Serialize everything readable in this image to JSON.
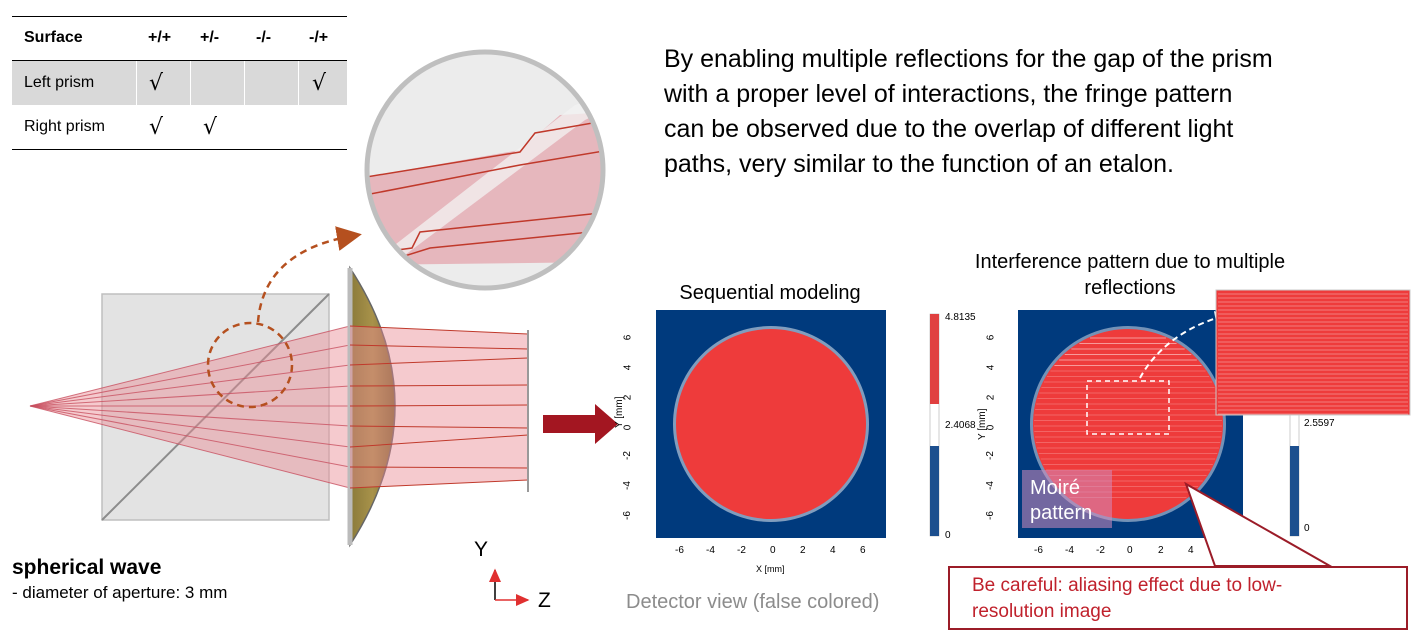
{
  "table": {
    "headers": [
      "Surface",
      "+/+",
      "+/-",
      "-/-",
      "-/+"
    ],
    "rows": [
      {
        "name": "Left prism",
        "cells": [
          "√",
          "",
          "",
          "√"
        ]
      },
      {
        "name": "Right prism",
        "cells": [
          "√",
          "√",
          "",
          ""
        ]
      }
    ]
  },
  "description": {
    "lines": [
      "By enabling multiple reflections for the gap of the prism",
      "with a proper level of interactions, the fringe pattern",
      "can be observed due to the overlap of different light",
      "paths, very similar to the function of an etalon."
    ]
  },
  "sequential": {
    "title": "Sequential modeling",
    "x_label": "X [mm]",
    "y_label": "Y [mm]",
    "ticks": [
      "-6",
      "-4",
      "-2",
      "0",
      "2",
      "4",
      "6"
    ],
    "y_ticks": [
      "6",
      "4",
      "2",
      "0",
      "-2",
      "-4",
      "-6"
    ],
    "colorbar": {
      "max": "4.8135",
      "mid": "2.4068",
      "min": "0"
    }
  },
  "interference": {
    "title_lines": [
      "Interference pattern due to multiple",
      "reflections"
    ],
    "y_label": "Y [mm]",
    "ticks": [
      "-6",
      "-4",
      "-2",
      "0",
      "2",
      "4"
    ],
    "y_ticks": [
      "6",
      "4",
      "2",
      "0",
      "-2",
      "-4",
      "-6"
    ],
    "colorbar": {
      "mid": "2.5597",
      "min": "0"
    },
    "moire_lines": [
      "Moiré",
      "pattern"
    ]
  },
  "callout": {
    "lines": [
      "Be careful: aliasing effect due to low-",
      "resolution image"
    ]
  },
  "source": {
    "title": "spherical wave",
    "subtitle": "- diameter of aperture: 3 mm"
  },
  "axes": {
    "y": "Y",
    "z": "Z"
  },
  "detector_caption": "Detector view (false colored)",
  "colors": {
    "beam": "#e88a92",
    "beam_line": "#c0392b",
    "detector_bg": "#003a7d",
    "spot": "#ee3b3b",
    "arrow": "#a31621",
    "callout": "#c0212c",
    "caption_grey": "#8c8c8c"
  }
}
